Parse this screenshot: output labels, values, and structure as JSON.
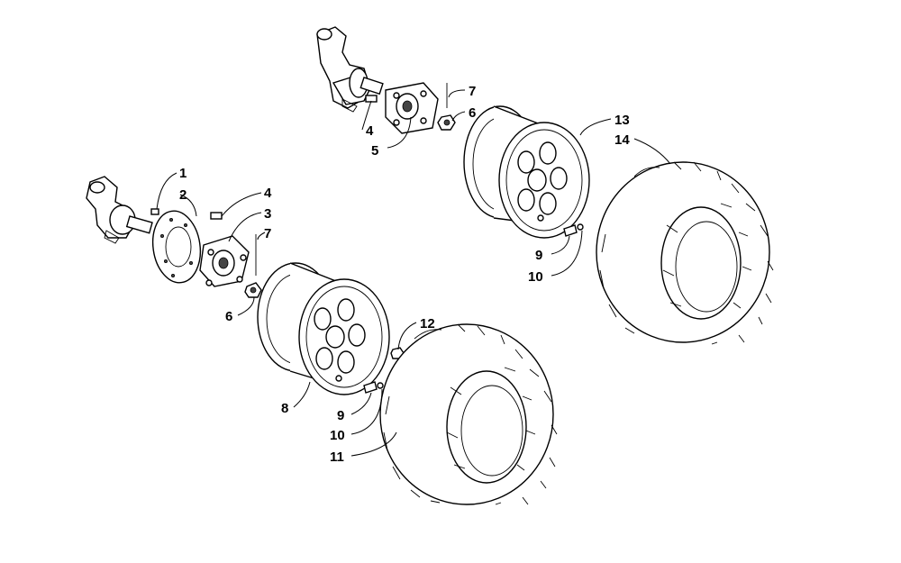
{
  "callouts": {
    "c1": "1",
    "c2": "2",
    "c3": "3",
    "c4a": "4",
    "c7a": "7",
    "c6a": "6",
    "c7b": "7",
    "c6b": "6",
    "c4b": "4",
    "c5": "5",
    "c13": "13",
    "c14": "14",
    "c9a": "9",
    "c10a": "10",
    "c12": "12",
    "c8": "8",
    "c9b": "9",
    "c10b": "10",
    "c11": "11"
  }
}
